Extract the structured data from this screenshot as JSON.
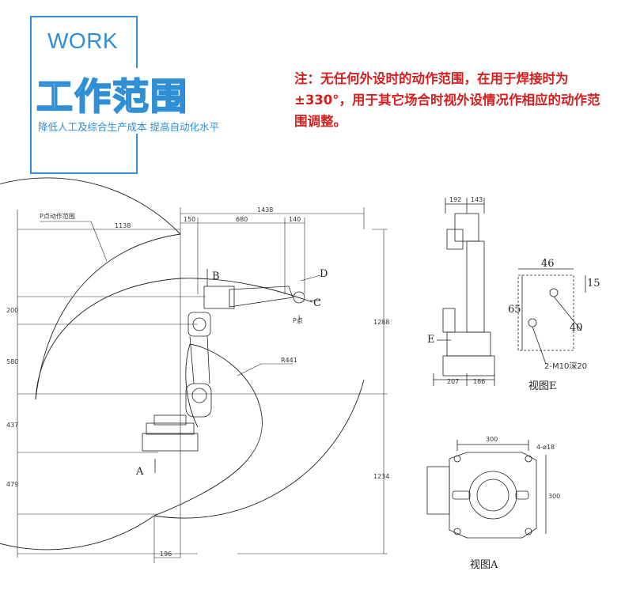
{
  "header": {
    "work_label": "WORK",
    "title": "工作范围",
    "subtitle": "降低人工及综合生产成本  提高自动化水平"
  },
  "note": {
    "text": "注：无任何外设时的动作范围，在用于焊接时为±330°，用于其它场合时视外设情况作相应的动作范围调整。"
  },
  "main_drawing": {
    "range_label": "P点动作范围",
    "point_label": "P点",
    "radius_label": "R441",
    "letters": {
      "a": "A",
      "b": "B",
      "c": "C",
      "d": "D"
    },
    "dims": {
      "d1138": "1138",
      "d150": "150",
      "d1438": "1438",
      "d680": "680",
      "d140": "140",
      "d200": "200",
      "d580": "580",
      "d437": "437",
      "d479": "479",
      "d1288": "1288",
      "d1234": "1234",
      "d196": "196"
    }
  },
  "side_view": {
    "dims": {
      "d192": "192",
      "d143": "143",
      "d207": "207",
      "d186": "186"
    },
    "letter_e": "E"
  },
  "view_e": {
    "title": "视图E",
    "dims": {
      "d46": "46",
      "d15": "15",
      "d65": "65",
      "d40": "40"
    },
    "hole_note": "2-M10深20"
  },
  "view_a": {
    "title": "视图A",
    "dims": {
      "d300h": "300",
      "d300v": "300",
      "holes": "4-ø18"
    }
  },
  "colors": {
    "accent": "#2e8fd6",
    "note": "#d42020",
    "line": "#222222"
  }
}
